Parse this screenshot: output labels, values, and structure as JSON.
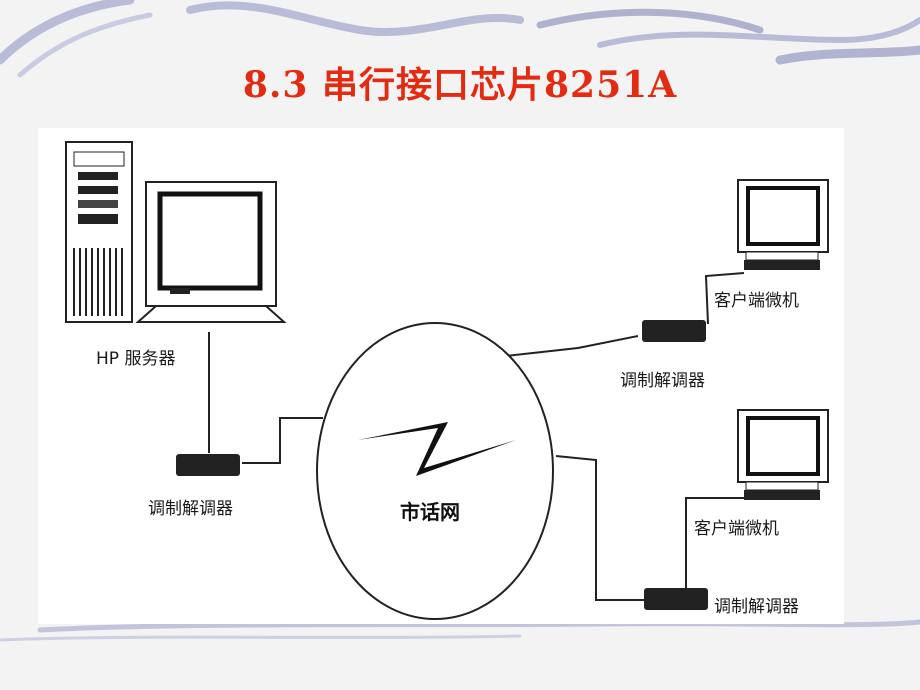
{
  "slide": {
    "title": "8.3  串行接口芯片8251A"
  },
  "diagram": {
    "server_label": "HP 服务器",
    "modem_left_label": "调制解调器",
    "network_label": "市话网",
    "client_top_label": "客户端微机",
    "modem_top_label": "调制解调器",
    "client_bottom_label": "客户端微机",
    "modem_bottom_label": "调制解调器"
  }
}
